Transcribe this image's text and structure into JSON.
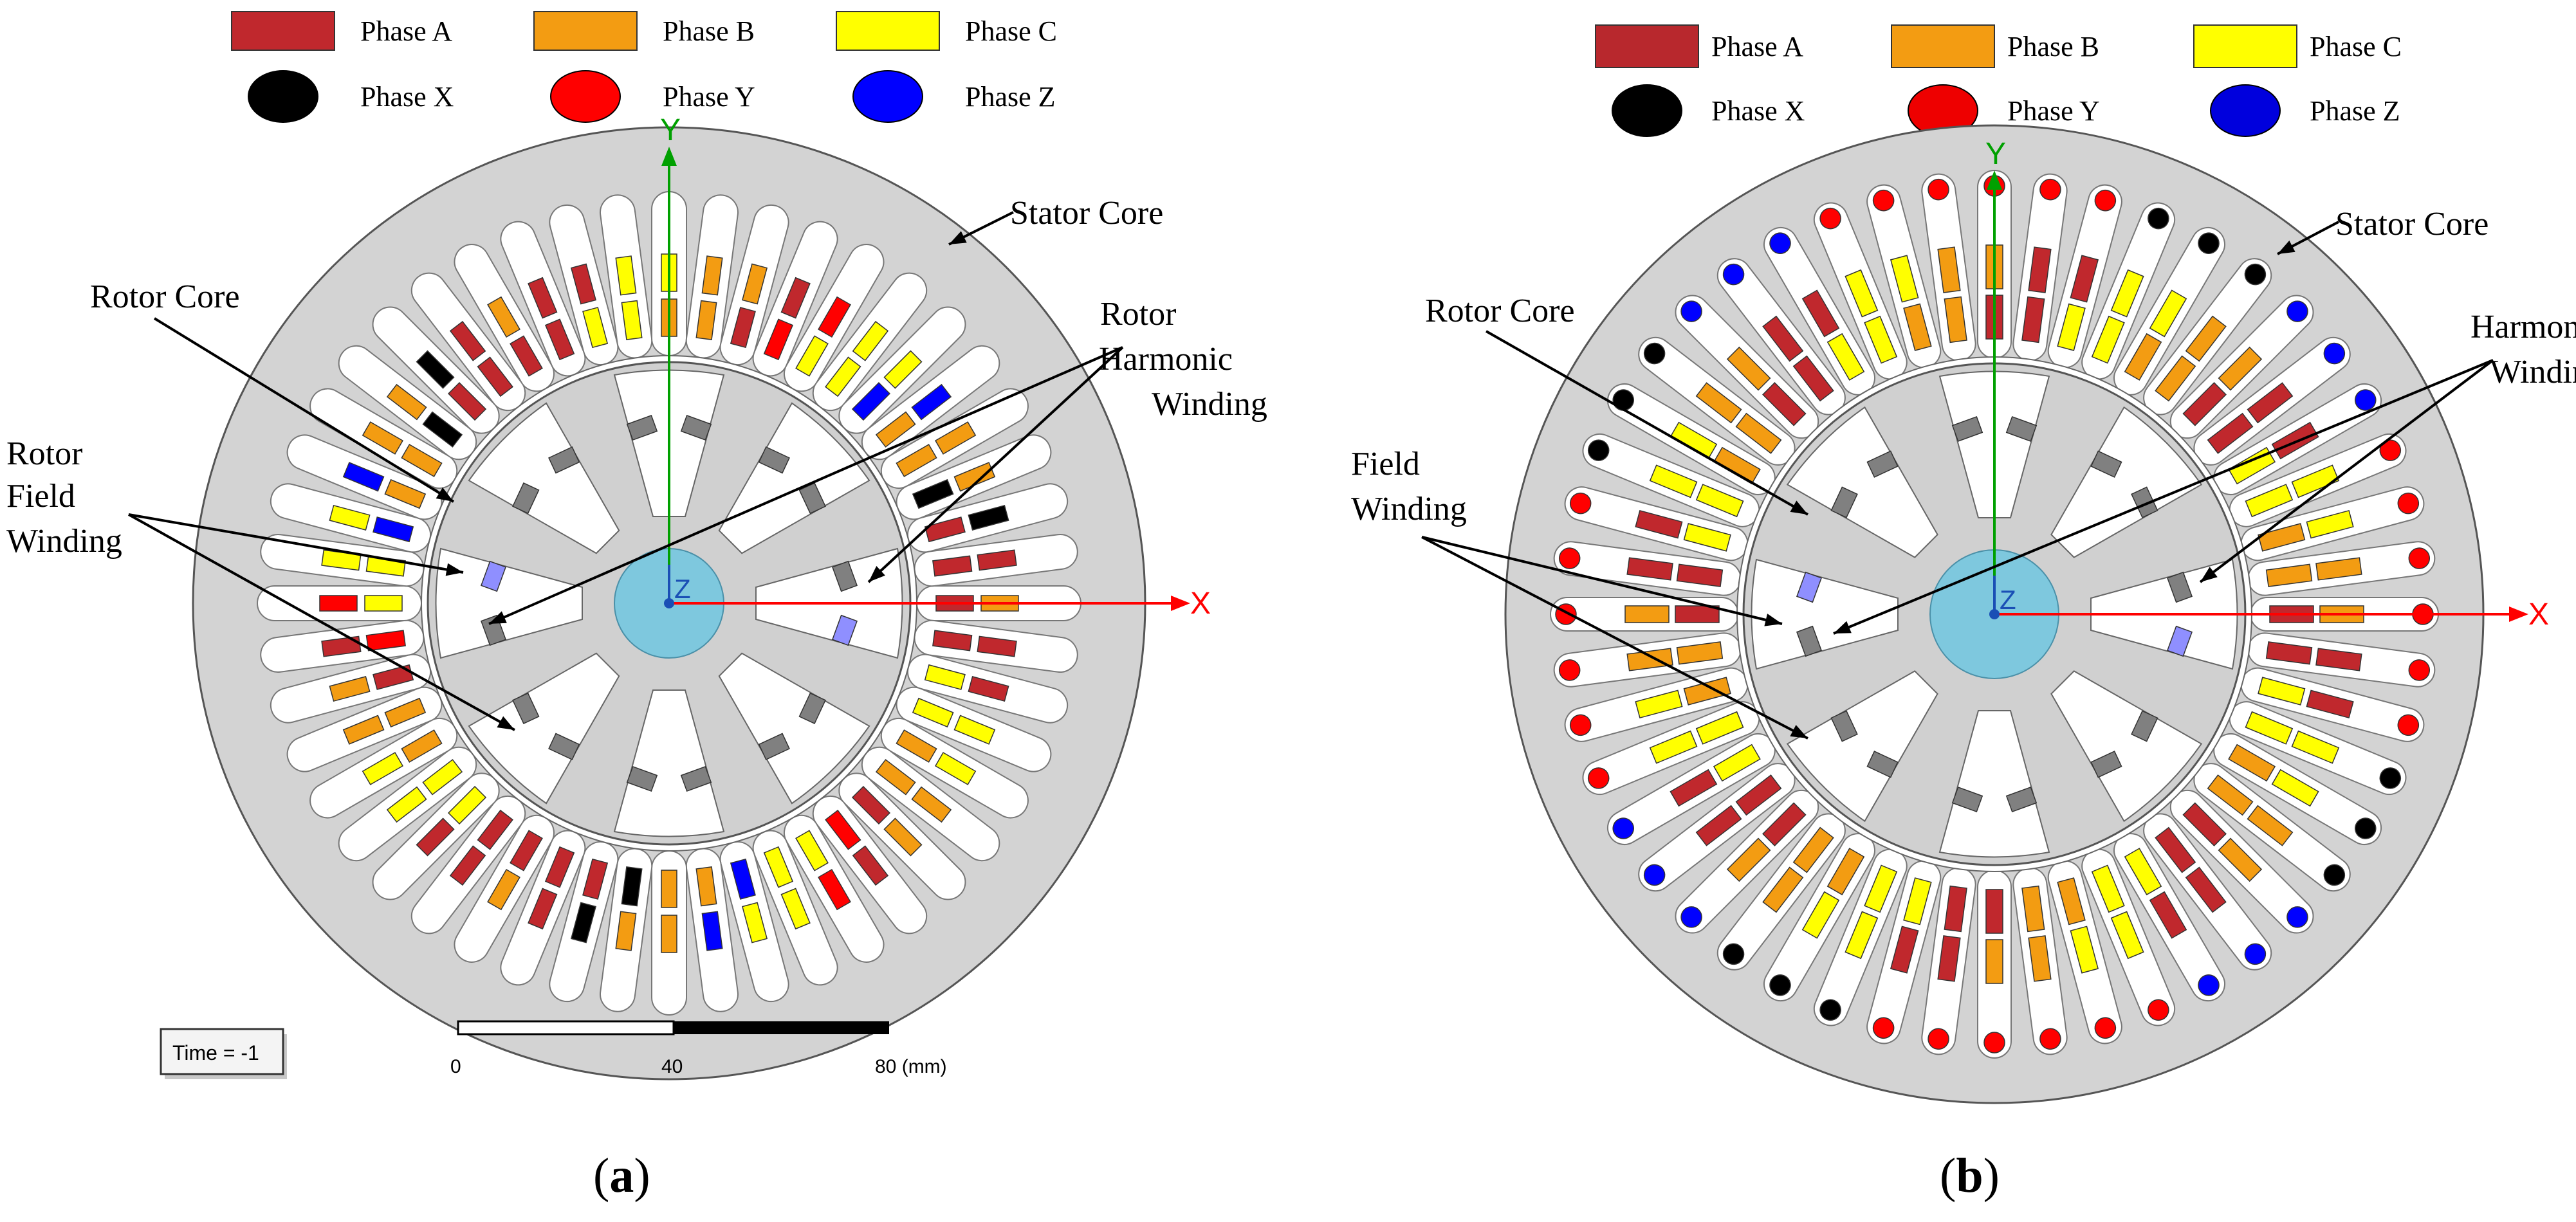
{
  "panel_a": {
    "legend": [
      {
        "label": "Phase A",
        "shape": "rect",
        "color": "#c0282d"
      },
      {
        "label": "Phase B",
        "shape": "rect",
        "color": "#f39c12"
      },
      {
        "label": "Phase C",
        "shape": "rect",
        "color": "#ffff00"
      },
      {
        "label": "Phase X",
        "shape": "ellipse",
        "color": "#000000"
      },
      {
        "label": "Phase Y",
        "shape": "ellipse",
        "color": "#ff0000"
      },
      {
        "label": "Phase Z",
        "shape": "ellipse",
        "color": "#0000ff"
      }
    ],
    "labels": {
      "stator_core": "Stator Core",
      "rotor_core": "Rotor Core",
      "rotor_harmonic": [
        "Rotor",
        "Harmonic",
        "Winding"
      ],
      "rotor_field": [
        "Rotor",
        "Field",
        "Winding"
      ]
    },
    "axes": {
      "x": "X",
      "y": "Y",
      "z": "Z"
    },
    "time_box": "Time = -1",
    "scale": {
      "ticks": [
        "0",
        "40",
        "80 (mm)"
      ]
    },
    "caption_letter": "a",
    "colors": {
      "stator": "#d3d3d3",
      "slot": "#ffffff",
      "shaft": "#7ec8de",
      "x_axis": "#ff0000",
      "y_axis": "#00a000",
      "z_axis": "#1a4fb5",
      "rotor_coil": "#808080",
      "harmonic_coil": "#8f8fff"
    }
  },
  "panel_b": {
    "legend": [
      {
        "label": "Phase A",
        "shape": "rect",
        "color": "#b8282d"
      },
      {
        "label": "Phase B",
        "shape": "rect",
        "color": "#f39c12"
      },
      {
        "label": "Phase C",
        "shape": "rect",
        "color": "#ffff00"
      },
      {
        "label": "Phase X",
        "shape": "ellipse",
        "color": "#000000"
      },
      {
        "label": "Phase Y",
        "shape": "ellipse",
        "color": "#ee0000"
      },
      {
        "label": "Phase Z",
        "shape": "ellipse",
        "color": "#0000dd"
      }
    ],
    "labels": {
      "stator_core": "Stator Core",
      "rotor_core": "Rotor Core",
      "harmonic": [
        "Harmonic",
        "Winding"
      ],
      "field": [
        "Field",
        "Winding"
      ]
    },
    "axes": {
      "x": "X",
      "y": "Y",
      "z": "Z"
    },
    "caption_letter": "b"
  }
}
